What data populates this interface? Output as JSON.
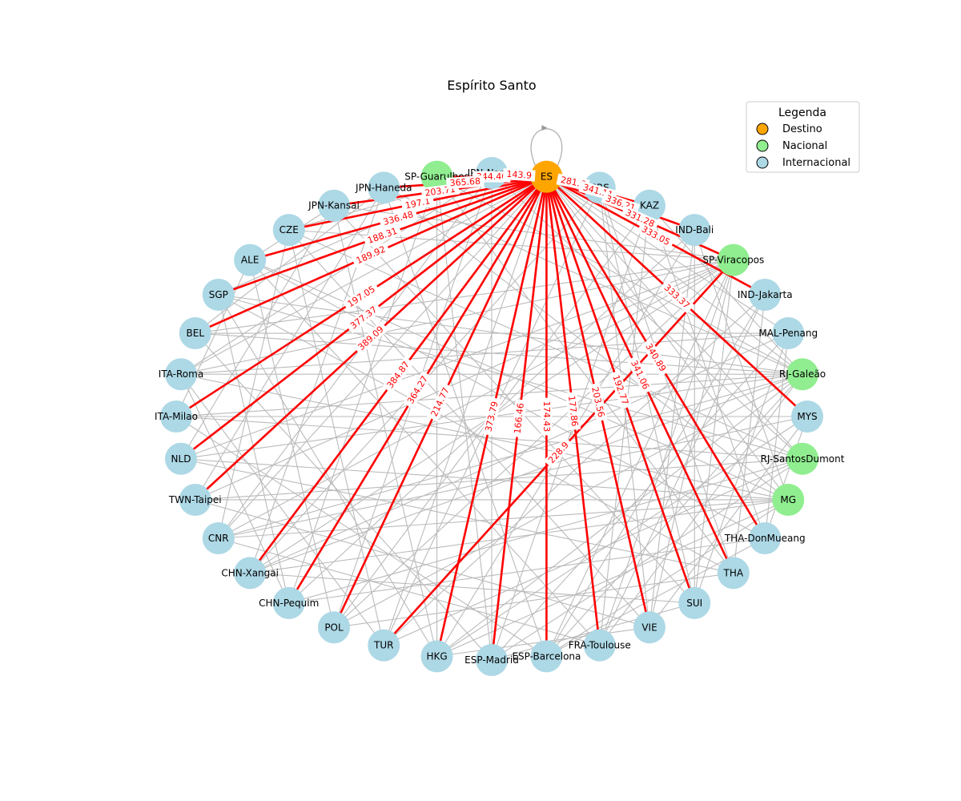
{
  "title": "Espírito Santo",
  "legend": {
    "title": "Legenda",
    "items": [
      {
        "label": "Destino",
        "color": "#ffa500"
      },
      {
        "label": "Nacional",
        "color": "#90ee90"
      },
      {
        "label": "Internacional",
        "color": "#add8e6"
      }
    ]
  },
  "colors": {
    "destino": "#ffa500",
    "nacional": "#90ee90",
    "internacional": "#add8e6",
    "primary_edge": "#ff0000",
    "secondary_edge": "#bbbbbb"
  },
  "nodes": [
    {
      "id": "ES",
      "type": "destino"
    },
    {
      "id": "CRS",
      "type": "internacional"
    },
    {
      "id": "KAZ",
      "type": "internacional"
    },
    {
      "id": "IND-Bali",
      "type": "internacional"
    },
    {
      "id": "SP-Viracopos",
      "type": "nacional"
    },
    {
      "id": "IND-Jakarta",
      "type": "internacional"
    },
    {
      "id": "MAL-Penang",
      "type": "internacional"
    },
    {
      "id": "RJ-Galeão",
      "type": "nacional"
    },
    {
      "id": "MYS",
      "type": "internacional"
    },
    {
      "id": "RJ-SantosDumont",
      "type": "nacional"
    },
    {
      "id": "MG",
      "type": "nacional"
    },
    {
      "id": "THA-DonMueang",
      "type": "internacional"
    },
    {
      "id": "THA",
      "type": "internacional"
    },
    {
      "id": "SUI",
      "type": "internacional"
    },
    {
      "id": "VIE",
      "type": "internacional"
    },
    {
      "id": "FRA-Toulouse",
      "type": "internacional"
    },
    {
      "id": "ESP-Barcelona",
      "type": "internacional"
    },
    {
      "id": "ESP-Madrid",
      "type": "internacional"
    },
    {
      "id": "HKG",
      "type": "internacional"
    },
    {
      "id": "TUR",
      "type": "internacional"
    },
    {
      "id": "POL",
      "type": "internacional"
    },
    {
      "id": "CHN-Pequim",
      "type": "internacional"
    },
    {
      "id": "CHN-Xangai",
      "type": "internacional"
    },
    {
      "id": "CNR",
      "type": "internacional"
    },
    {
      "id": "TWN-Taipei",
      "type": "internacional"
    },
    {
      "id": "NLD",
      "type": "internacional"
    },
    {
      "id": "ITA-Milao",
      "type": "internacional"
    },
    {
      "id": "ITA-Roma",
      "type": "internacional"
    },
    {
      "id": "BEL",
      "type": "internacional"
    },
    {
      "id": "SGP",
      "type": "internacional"
    },
    {
      "id": "ALE",
      "type": "internacional"
    },
    {
      "id": "CZE",
      "type": "internacional"
    },
    {
      "id": "JPN-Kansai",
      "type": "internacional"
    },
    {
      "id": "JPN-Haneda",
      "type": "internacional"
    },
    {
      "id": "SP-Guarulhos",
      "type": "nacional"
    },
    {
      "id": "JPN-Narita",
      "type": "internacional"
    }
  ],
  "primary_edges": [
    {
      "to": "SP-Guarulhos",
      "label": "344.40"
    },
    {
      "to": "JPN-Narita",
      "label": "143.9"
    },
    {
      "to": "CRS",
      "label": "281.6"
    },
    {
      "to": "KAZ",
      "label": "341.11"
    },
    {
      "to": "IND-Bali",
      "label": "336.21"
    },
    {
      "to": "SP-Viracopos",
      "label": "331.28"
    },
    {
      "to": "IND-Jakarta",
      "label": "333.05"
    },
    {
      "to": "MYS",
      "label": "333.37"
    },
    {
      "to": "THA-DonMueang",
      "label": "340.89"
    },
    {
      "to": "THA",
      "label": "341.06"
    },
    {
      "to": "SUI",
      "label": "192.77"
    },
    {
      "to": "VIE",
      "label": "203.56"
    },
    {
      "to": "FRA-Toulouse",
      "label": "177.86"
    },
    {
      "to": "ESP-Barcelona",
      "label": "174.43"
    },
    {
      "to": "ESP-Madrid",
      "label": "166.46"
    },
    {
      "to": "HKG",
      "label": "373.79"
    },
    {
      "to": "POL",
      "label": "214.77"
    },
    {
      "to": "CHN-Pequim",
      "label": "364.27"
    },
    {
      "to": "CHN-Xangai",
      "label": "384.87"
    },
    {
      "to": "NLD",
      "label": "377.37"
    },
    {
      "to": "TWN-Taipei",
      "label": "389.09"
    },
    {
      "to": "ITA-Milao",
      "label": "197.05"
    },
    {
      "to": "BEL",
      "label": "189.92"
    },
    {
      "to": "SGP",
      "label": "188.31"
    },
    {
      "to": "ALE",
      "label": "336.48"
    },
    {
      "to": "CZE",
      "label": "197.1"
    },
    {
      "to": "JPN-Kansai",
      "label": "203.71"
    },
    {
      "to": "JPN-Haneda",
      "label": "365.68"
    }
  ],
  "viracopos_edge": {
    "from": "SP-Viracopos",
    "to": "TUR",
    "label": "228.9"
  },
  "self_loop": "ES",
  "secondary_edges": [
    [
      "ES",
      "MAL-Penang"
    ],
    [
      "ES",
      "RJ-Galeão"
    ],
    [
      "ES",
      "RJ-SantosDumont"
    ],
    [
      "ES",
      "MG"
    ],
    [
      "ES",
      "TUR"
    ],
    [
      "ES",
      "CNR"
    ],
    [
      "ES",
      "ITA-Roma"
    ],
    [
      "SP-Guarulhos",
      "RJ-Galeão"
    ],
    [
      "SP-Guarulhos",
      "HKG"
    ],
    [
      "SP-Guarulhos",
      "ESP-Madrid"
    ],
    [
      "SP-Guarulhos",
      "CHN-Pequim"
    ],
    [
      "SP-Guarulhos",
      "THA"
    ],
    [
      "SP-Viracopos",
      "TWN-Taipei"
    ],
    [
      "SP-Viracopos",
      "NLD"
    ],
    [
      "SP-Viracopos",
      "CHN-Xangai"
    ],
    [
      "SP-Viracopos",
      "ESP-Barcelona"
    ],
    [
      "SP-Viracopos",
      "VIE"
    ],
    [
      "SP-Viracopos",
      "SUI"
    ],
    [
      "SP-Viracopos",
      "ITA-Roma"
    ],
    [
      "SP-Viracopos",
      "BEL"
    ],
    [
      "SP-Viracopos",
      "CZE"
    ],
    [
      "SP-Viracopos",
      "JPN-Kansai"
    ],
    [
      "SP-Viracopos",
      "FRA-Toulouse"
    ],
    [
      "SP-Viracopos",
      "CNR"
    ],
    [
      "SP-Viracopos",
      "POL"
    ],
    [
      "RJ-Galeão",
      "ITA-Roma"
    ],
    [
      "RJ-Galeão",
      "ITA-Milao"
    ],
    [
      "RJ-Galeão",
      "NLD"
    ],
    [
      "RJ-Galeão",
      "CNR"
    ],
    [
      "RJ-Galeão",
      "CHN-Xangai"
    ],
    [
      "RJ-Galeão",
      "POL"
    ],
    [
      "RJ-Galeão",
      "HKG"
    ],
    [
      "RJ-Galeão",
      "ESP-Barcelona"
    ],
    [
      "RJ-Galeão",
      "FRA-Toulouse"
    ],
    [
      "RJ-Galeão",
      "SGP"
    ],
    [
      "RJ-Galeão",
      "BEL"
    ],
    [
      "RJ-Galeão",
      "JPN-Haneda"
    ],
    [
      "RJ-Galeão",
      "KAZ"
    ],
    [
      "RJ-SantosDumont",
      "TWN-Taipei"
    ],
    [
      "RJ-SantosDumont",
      "CHN-Pequim"
    ],
    [
      "RJ-SantosDumont",
      "TUR"
    ],
    [
      "RJ-SantosDumont",
      "ESP-Madrid"
    ],
    [
      "RJ-SantosDumont",
      "ITA-Milao"
    ],
    [
      "RJ-SantosDumont",
      "SGP"
    ],
    [
      "RJ-SantosDumont",
      "CZE"
    ],
    [
      "RJ-SantosDumont",
      "JPN-Narita"
    ],
    [
      "MG",
      "ITA-Roma"
    ],
    [
      "MG",
      "CNR"
    ],
    [
      "MG",
      "TWN-Taipei"
    ],
    [
      "MG",
      "CHN-Xangai"
    ],
    [
      "MG",
      "HKG"
    ],
    [
      "MG",
      "NLD"
    ],
    [
      "MG",
      "ESP-Barcelona"
    ],
    [
      "MG",
      "ALE"
    ],
    [
      "MG",
      "JPN-Haneda"
    ],
    [
      "MG",
      "IND-Bali"
    ],
    [
      "CRS",
      "THA"
    ],
    [
      "CRS",
      "SUI"
    ],
    [
      "CRS",
      "VIE"
    ],
    [
      "CRS",
      "TUR"
    ],
    [
      "CRS",
      "CHN-Xangai"
    ],
    [
      "KAZ",
      "THA-DonMueang"
    ],
    [
      "KAZ",
      "FRA-Toulouse"
    ],
    [
      "KAZ",
      "ESP-Madrid"
    ],
    [
      "KAZ",
      "POL"
    ],
    [
      "IND-Bali",
      "SUI"
    ],
    [
      "IND-Bali",
      "VIE"
    ],
    [
      "IND-Bali",
      "HKG"
    ],
    [
      "IND-Bali",
      "CHN-Pequim"
    ],
    [
      "IND-Jakarta",
      "THA"
    ],
    [
      "IND-Jakarta",
      "FRA-Toulouse"
    ],
    [
      "IND-Jakarta",
      "ESP-Barcelona"
    ],
    [
      "IND-Jakarta",
      "TUR"
    ],
    [
      "MAL-Penang",
      "THA-DonMueang"
    ],
    [
      "MAL-Penang",
      "SUI"
    ],
    [
      "MAL-Penang",
      "ESP-Madrid"
    ],
    [
      "MAL-Penang",
      "CHN-Xangai"
    ],
    [
      "MAL-Penang",
      "ITA-Roma"
    ],
    [
      "MAL-Penang",
      "BEL"
    ],
    [
      "MYS",
      "THA-DonMueang"
    ],
    [
      "MYS",
      "VIE"
    ],
    [
      "MYS",
      "HKG"
    ],
    [
      "MYS",
      "ITA-Milao"
    ],
    [
      "MYS",
      "CNR"
    ],
    [
      "THA-DonMueang",
      "ESP-Barcelona"
    ],
    [
      "THA-DonMueang",
      "CHN-Pequim"
    ],
    [
      "THA-DonMueang",
      "ALE"
    ],
    [
      "THA",
      "POL"
    ],
    [
      "THA",
      "NLD"
    ],
    [
      "THA",
      "SGP"
    ],
    [
      "SUI",
      "ESP-Madrid"
    ],
    [
      "SUI",
      "CHN-Xangai"
    ],
    [
      "SUI",
      "JPN-Kansai"
    ],
    [
      "VIE",
      "HKG"
    ],
    [
      "VIE",
      "TWN-Taipei"
    ],
    [
      "VIE",
      "CZE"
    ],
    [
      "FRA-Toulouse",
      "CNR"
    ],
    [
      "FRA-Toulouse",
      "ALE"
    ],
    [
      "ESP-Barcelona",
      "ITA-Milao"
    ],
    [
      "ESP-Barcelona",
      "JPN-Haneda"
    ],
    [
      "ESP-Madrid",
      "BEL"
    ],
    [
      "ESP-Madrid",
      "JPN-Narita"
    ],
    [
      "HKG",
      "SGP"
    ],
    [
      "HKG",
      "JPN-Kansai"
    ],
    [
      "TUR",
      "ITA-Roma"
    ],
    [
      "TUR",
      "CZE"
    ],
    [
      "POL",
      "ALE"
    ],
    [
      "POL",
      "JPN-Narita"
    ],
    [
      "CHN-Pequim",
      "ITA-Roma"
    ],
    [
      "CHN-Pequim",
      "SGP"
    ],
    [
      "CHN-Xangai",
      "JPN-Haneda"
    ],
    [
      "CNR",
      "CZE"
    ],
    [
      "CNR",
      "JPN-Narita"
    ],
    [
      "TWN-Taipei",
      "JPN-Haneda"
    ],
    [
      "NLD",
      "JPN-Kansai"
    ],
    [
      "ITA-Milao",
      "ALE"
    ],
    [
      "ITA-Roma",
      "JPN-Narita"
    ],
    [
      "BEL",
      "JPN-Haneda"
    ],
    [
      "SGP",
      "JPN-Narita"
    ],
    [
      "ALE",
      "JPN-Kansai"
    ],
    [
      "CZE",
      "JPN-Narita"
    ]
  ]
}
